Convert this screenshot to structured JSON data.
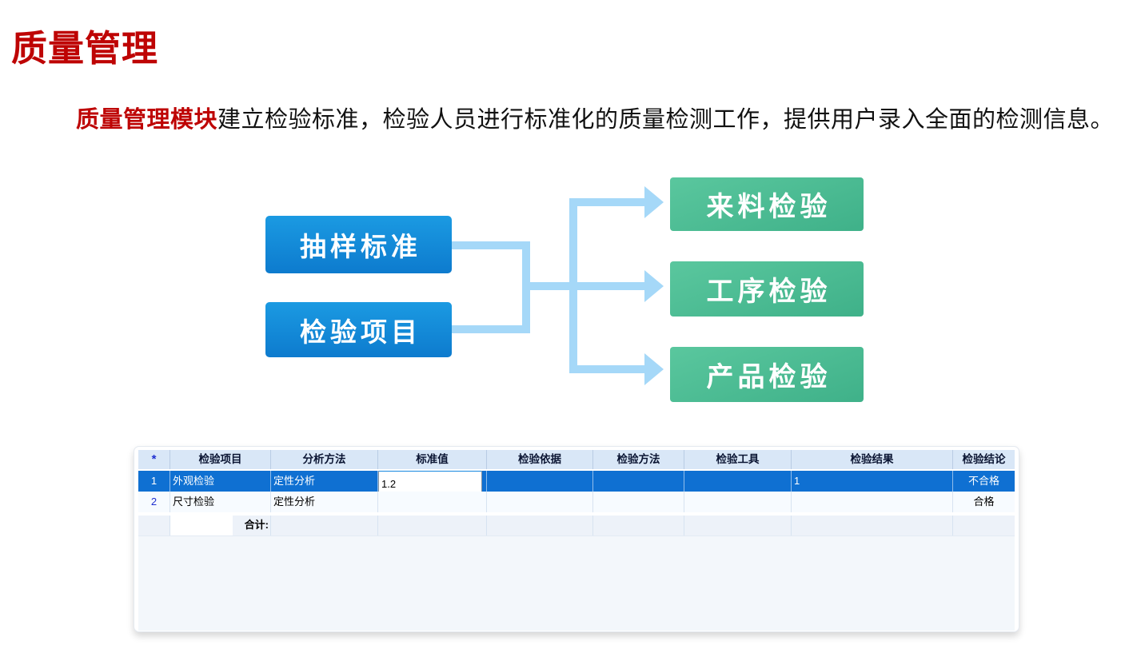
{
  "page": {
    "title": "质量管理"
  },
  "intro": {
    "highlight": "质量管理模块",
    "text": "建立检验标准，检验人员进行标准化的质量检测工作，提供用户录入全面的检测信息。"
  },
  "diagram": {
    "sources": [
      {
        "label": "抽样标准"
      },
      {
        "label": "检验项目"
      }
    ],
    "targets": [
      {
        "label": "来料检验"
      },
      {
        "label": "工序检验"
      },
      {
        "label": "产品检验"
      }
    ],
    "colors": {
      "source_box_top": "#1b9ae2",
      "source_box_bottom": "#0d7bce",
      "target_box_top": "#5ac79e",
      "target_box_bottom": "#3fb189",
      "connector": "#a5d8f8"
    }
  },
  "table": {
    "columns": [
      "*",
      "检验项目",
      "分析方法",
      "标准值",
      "检验依据",
      "检验方法",
      "检验工具",
      "检验结果",
      "检验结论"
    ],
    "rows": [
      {
        "num": "1",
        "item": "外观检验",
        "method": "定性分析",
        "standard": "1.2",
        "basis": "",
        "check_method": "",
        "tool": "",
        "result": "1",
        "conclusion": "不合格"
      },
      {
        "num": "2",
        "item": "尺寸检验",
        "method": "定性分析",
        "standard": "",
        "basis": "",
        "check_method": "",
        "tool": "",
        "result": "",
        "conclusion": "合格"
      }
    ],
    "footer": {
      "label": "合计:"
    },
    "colors": {
      "header_bg": "#d9e7f7",
      "selected_row_bg": "#0f70d2",
      "sum_row_bg": "#edf2f9",
      "panel_bg": "#f3f7fb"
    }
  }
}
